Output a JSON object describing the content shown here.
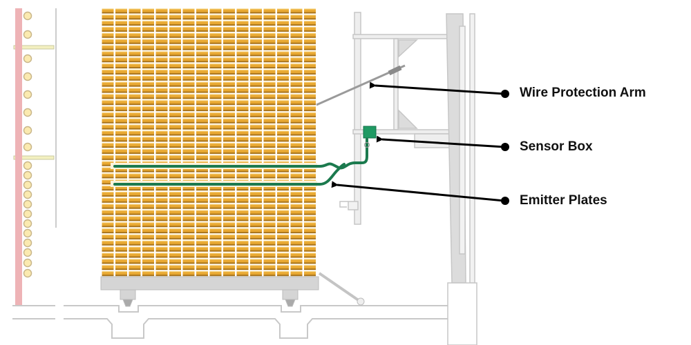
{
  "labels": {
    "wire_protection_arm": "Wire Protection Arm",
    "sensor_box": "Sensor Box",
    "emitter_plates": "Emitter Plates"
  },
  "colors": {
    "brick": "#e6a52c",
    "brick_shadow": "#a8731a",
    "emitter": "#1b7a4e",
    "sensor_box": "#1f9a63",
    "structure": "#d2d2d2",
    "pole": "#eeb3b6",
    "arrow": "#000000"
  }
}
